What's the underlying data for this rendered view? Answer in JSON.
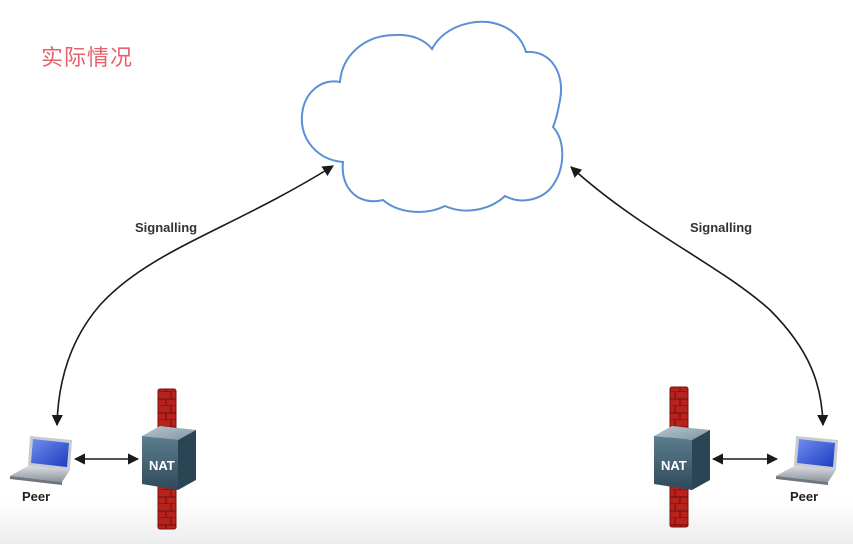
{
  "title": "实际情况",
  "cloud": {
    "name": "internet-cloud",
    "stroke_color": "#5b8fd6"
  },
  "signalling": {
    "left_label": "Signalling",
    "right_label": "Signalling",
    "arrow_color": "#222222"
  },
  "left": {
    "peer_label": "Peer",
    "nat_label": "NAT",
    "icons": [
      "laptop-icon",
      "nat-router-icon",
      "firewall-icon"
    ]
  },
  "right": {
    "peer_label": "Peer",
    "nat_label": "NAT",
    "icons": [
      "nat-router-icon",
      "firewall-icon",
      "laptop-icon"
    ]
  },
  "colors": {
    "title": "#e8606a",
    "firewall": "#b5211c",
    "nat_box": "#3f5f72",
    "laptop_screen": "#2b4fd1"
  }
}
